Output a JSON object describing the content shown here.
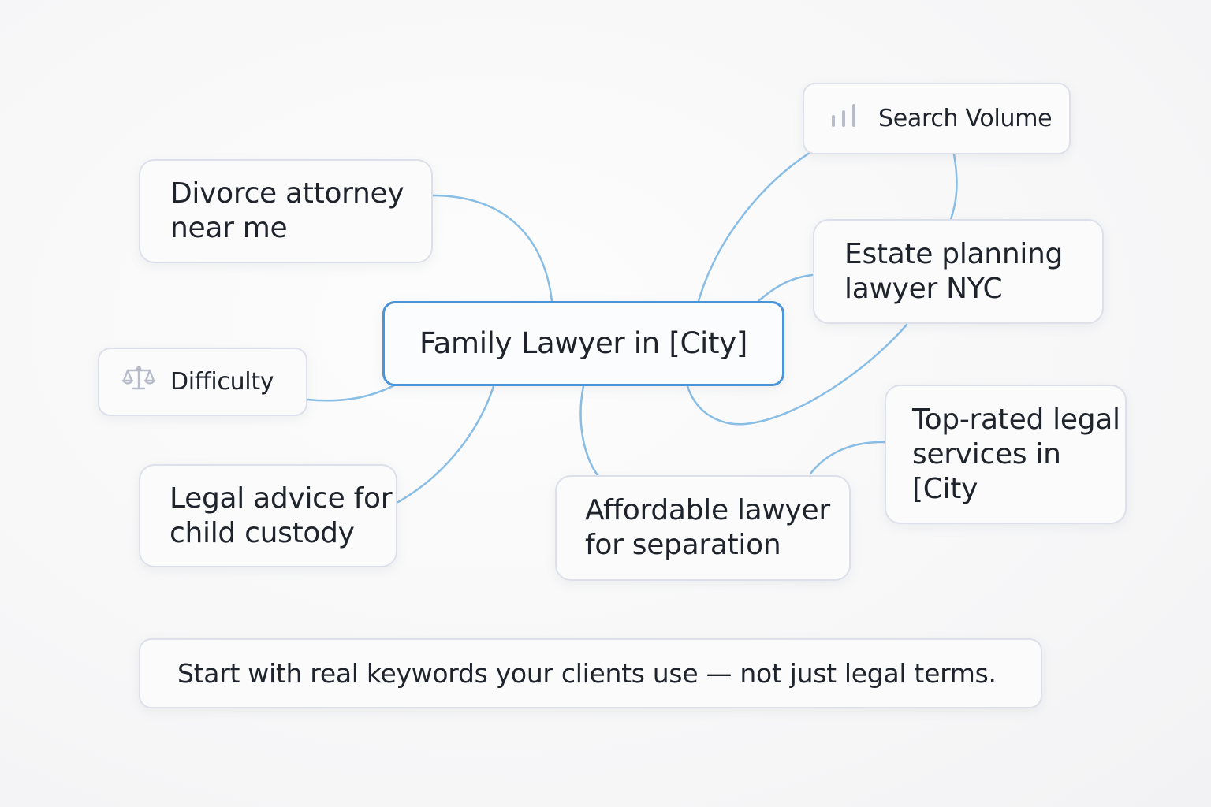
{
  "diagram": {
    "central": {
      "label": "Family Lawyer in [City]"
    },
    "nodes": {
      "divorce": {
        "line1": "Divorce attorney",
        "line2": "near me"
      },
      "difficulty": {
        "label": "Difficulty",
        "icon": "scales-icon"
      },
      "custody": {
        "line1": "Legal advice for",
        "line2": "child custody"
      },
      "search_volume": {
        "label": "Search Volume",
        "icon": "bar-chart-icon"
      },
      "estate": {
        "line1": "Estate planning",
        "line2": "lawyer NYC"
      },
      "affordable": {
        "line1": "Affordable lawyer",
        "line2": "for separation"
      },
      "top_rated": {
        "line1": "Top-rated legal",
        "line2": "services in",
        "line3": "[City"
      }
    },
    "note": {
      "text": "Start with real keywords your clients use — not just legal terms."
    },
    "colors": {
      "connector": "#88bde5",
      "central_border": "#4a94d8",
      "node_border": "#dde0ea",
      "icon": "#b7bcc8",
      "text": "#1f232b"
    }
  }
}
